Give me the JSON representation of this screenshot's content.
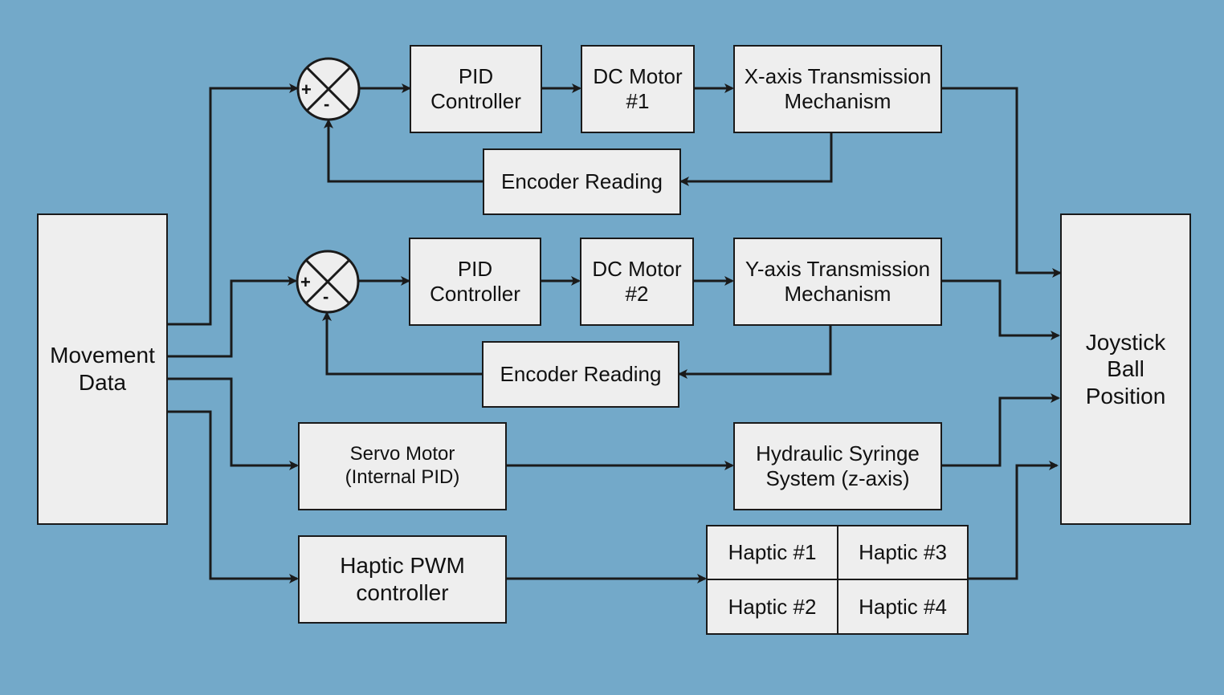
{
  "colors": {
    "background": "#73a9c9",
    "box_fill": "#eeeeee",
    "stroke": "#1a1a1a"
  },
  "nodes": {
    "movement_data": "Movement\nData",
    "joystick": "Joystick\nBall\nPosition",
    "x_branch": {
      "sum_plus": "+",
      "sum_minus": "-",
      "pid": "PID\nController",
      "motor": "DC Motor\n#1",
      "transmission": "X-axis Transmission\nMechanism",
      "encoder": "Encoder Reading"
    },
    "y_branch": {
      "sum_plus": "+",
      "sum_minus": "-",
      "pid": "PID\nController",
      "motor": "DC Motor\n#2",
      "transmission": "Y-axis Transmission\nMechanism",
      "encoder": "Encoder Reading"
    },
    "servo": "Servo Motor\n(Internal PID)",
    "hydraulic": "Hydraulic Syringe\nSystem (z-axis)",
    "haptic_controller": "Haptic PWM\ncontroller",
    "haptics": [
      "Haptic #1",
      "Haptic #3",
      "Haptic #2",
      "Haptic #4"
    ]
  }
}
